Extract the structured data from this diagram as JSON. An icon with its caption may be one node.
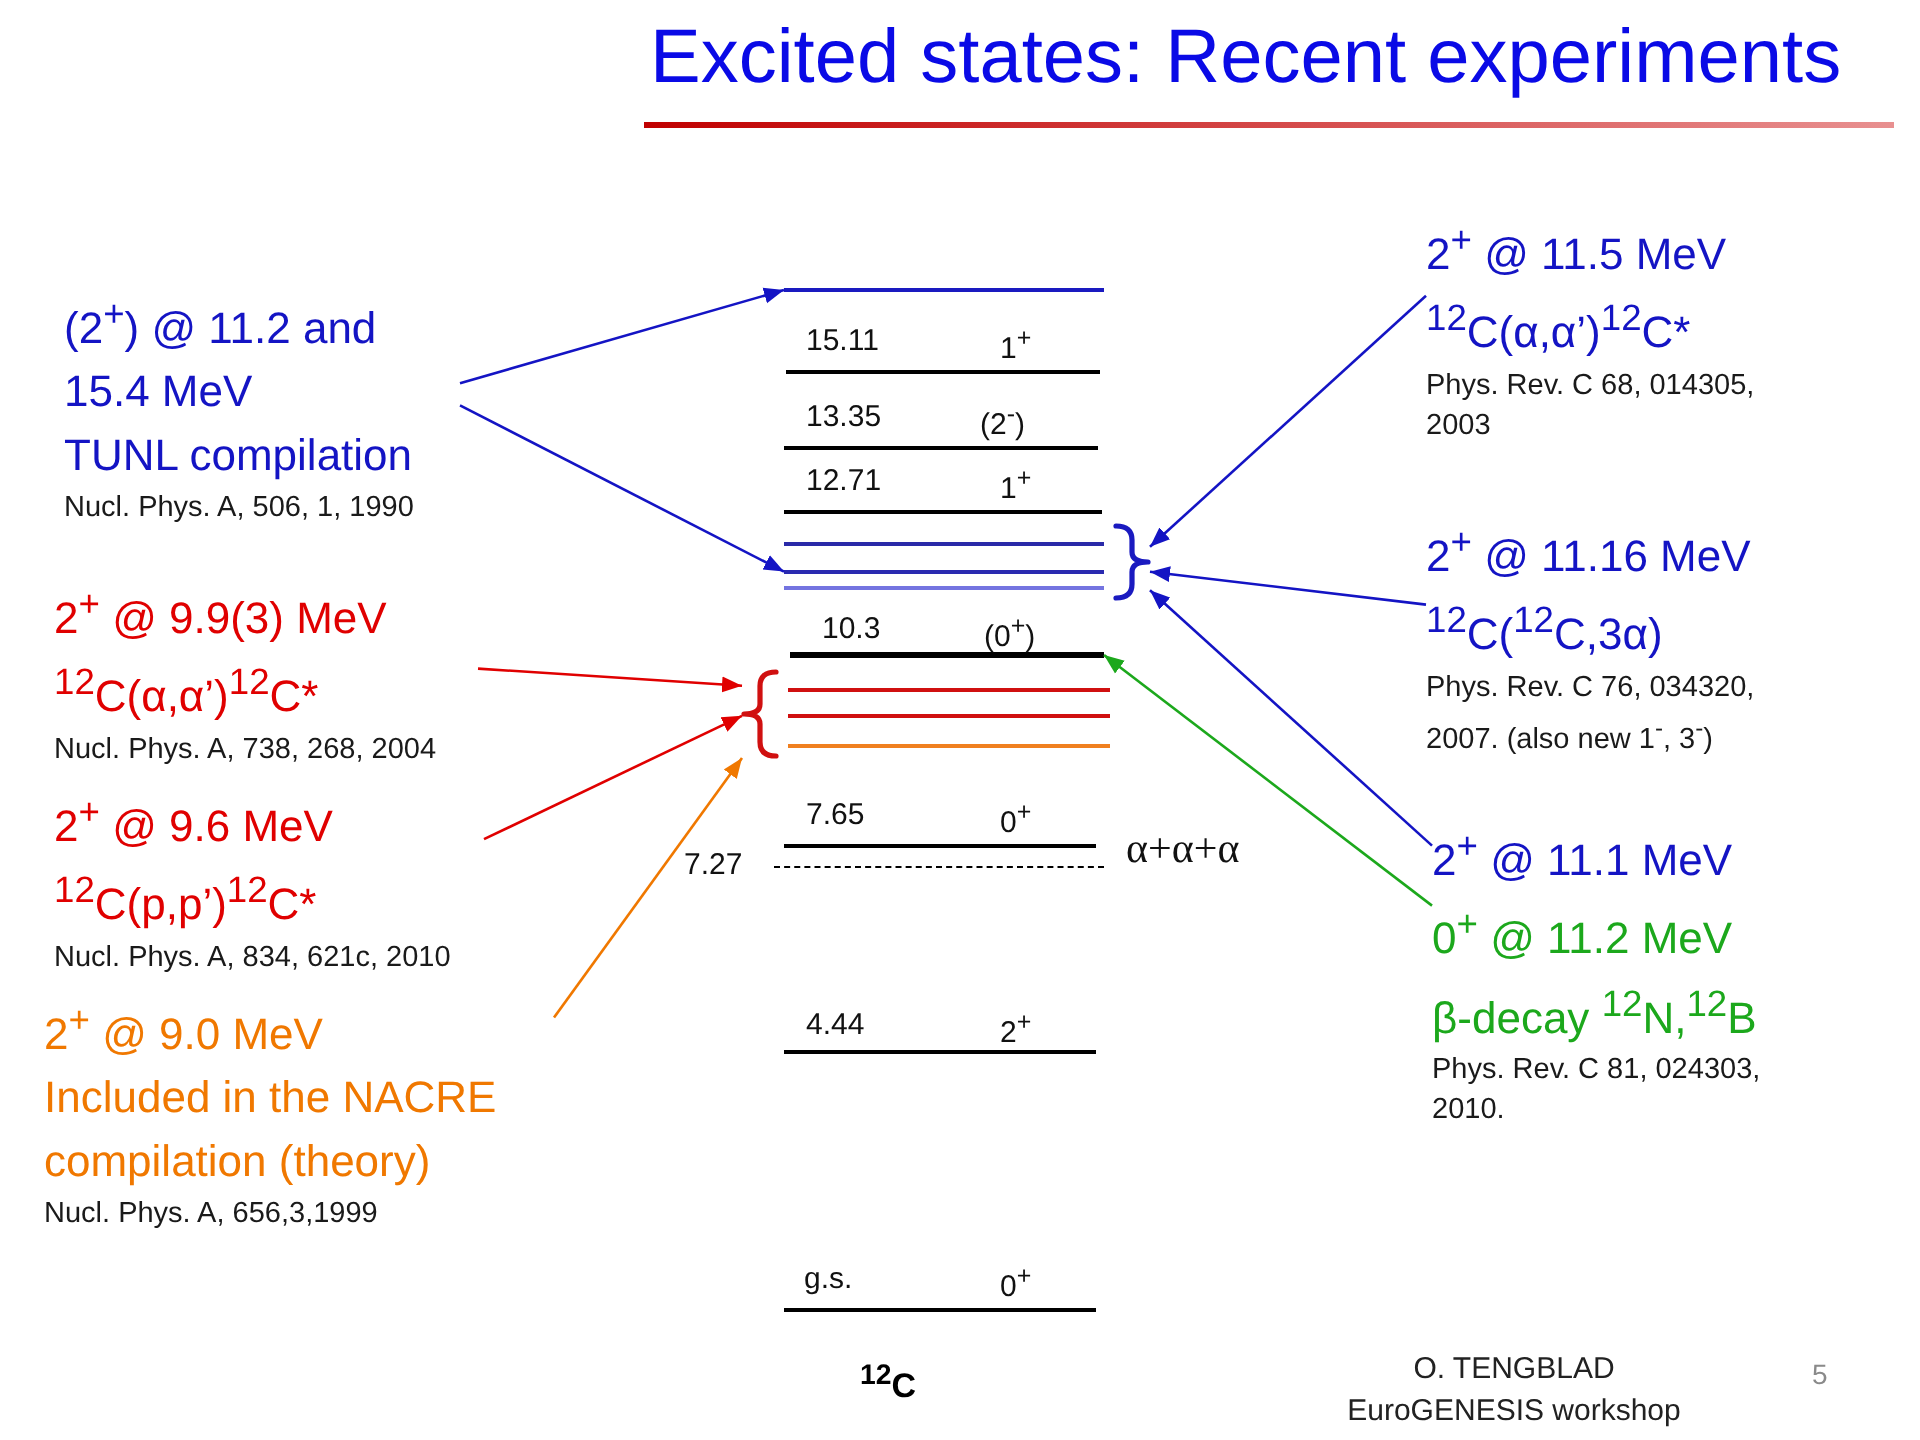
{
  "diagram": {
    "title": "Excited states: Recent experiments",
    "nodes": [
      {
        "text": [
          "(2$^{+}$) @ 11.2 and 15.4 MeV",
          "TUNL compilation",
          "Nucl. Phys. A, 506, 1, 1990"
        ]
      },
      {
        "text": [
          "2$^{+}$ @ 9.9(3) MeV",
          "$^{12}$C(α,α’)$^{12}$C*",
          "Nucl. Phys. A, 738, 268, 2004"
        ]
      },
      {
        "text": [
          "2$^{+}$ @ 9.6 MeV",
          "$^{12}$C(p,p’)$^{12}$C*",
          "Nucl. Phys. A, 834, 621c, 2010"
        ]
      },
      {
        "text": [
          "2$^{+}$ @ 9.0 MeV",
          "Included in the NACRE compilation (theory)",
          "Nucl. Phys. A, 656,3,1999"
        ]
      },
      {
        "text": [],
        "shape": "line"
      },
      {
        "text": [],
        "shape": "line"
      },
      {
        "text": [],
        "shape": "brace"
      },
      {
        "text": [],
        "shape": "line",
        "beside": [
          "10.3",
          "(0$^{+}$)"
        ]
      },
      {
        "text": [],
        "shape": "brace"
      },
      {
        "text": [
          "2$^{+}$ @ 11.5 MeV",
          "$^{12}$C(α,α’)$^{12}$C*",
          "Phys. Rev. C 68, 014305, 2003"
        ]
      },
      {
        "text": [
          "2$^{+}$ @ 11.16 MeV",
          "$^{12}$C($^{12}$C,3α)",
          "Phys. Rev. C 76, 034320, 2007. (also new 1$^{-}$, 3$^{-}$)"
        ]
      },
      {
        "text": [
          "2$^{+}$ @ 11.1 MeV",
          "0$^{+}$ @ 11.2 MeV",
          "β-decay $^{12}$N,$^{12}$B",
          "Phys. Rev. C 81, 024303, 2010."
        ]
      }
    ],
    "edges": [
      {
        "from": 0,
        "to": 4,
        "arrow": "to"
      },
      {
        "from": 0,
        "to": 5,
        "arrow": "to"
      },
      {
        "from": 1,
        "to": 8,
        "arrow": "to",
        "color": "#e00000"
      },
      {
        "from": 2,
        "to": 8,
        "arrow": "to",
        "color": "#e00000"
      },
      {
        "from": 3,
        "to": 8,
        "arrow": "to",
        "color": "#f07800"
      },
      {
        "from": 9,
        "to": 6,
        "arrow": "to"
      },
      {
        "from": 10,
        "to": 6,
        "arrow": "to"
      },
      {
        "from": 11,
        "to": 6,
        "arrow": "to"
      },
      {
        "from": 11,
        "to": 7,
        "arrow": "to",
        "color": "#1ca81c"
      }
    ],
    "labels": [
      "15.11",
      "1$^{+}$",
      "13.35",
      "(2$^{-}$)",
      "12.71",
      "1$^{+}$",
      "7.65",
      "0$^{+}$",
      "7.27",
      "α+α+α",
      "4.44",
      "2$^{+}$",
      "g.s.",
      "0$^{+}$",
      "$^{12}$C",
      "O. TENGBLAD",
      "EuroGENESIS workshop",
      "5"
    ]
  }
}
